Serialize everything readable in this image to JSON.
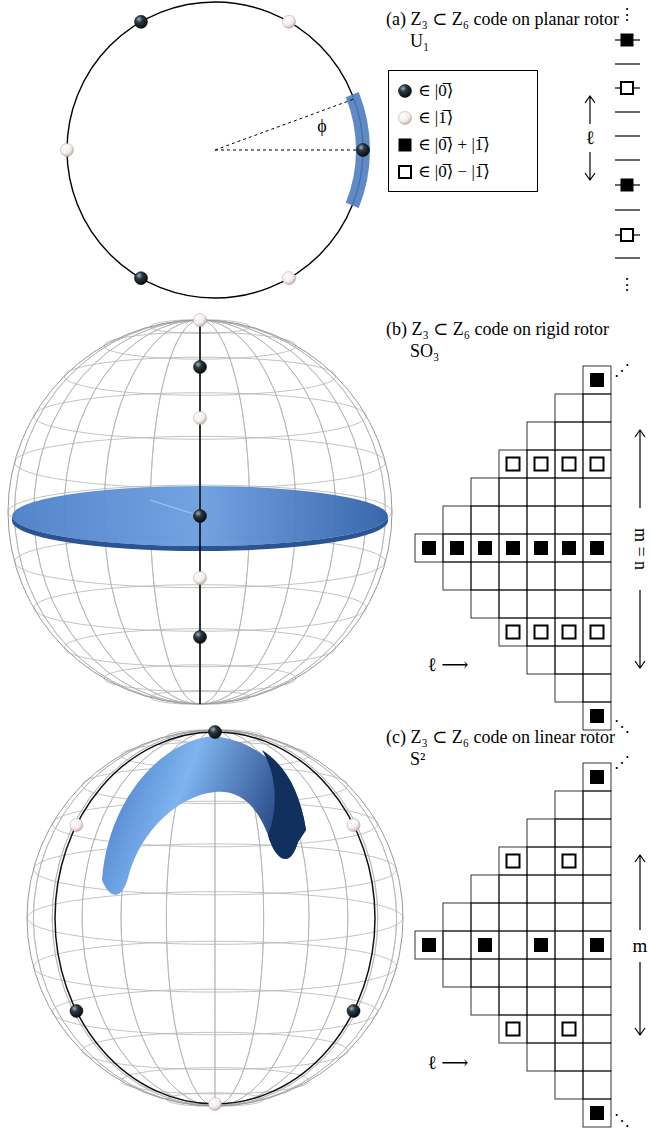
{
  "diagram": {
    "labels": [
      "(a) Z₃ ⊂ Z₆ code on planar rotor U₁",
      "ϕ",
      "⋮",
      "ℓ",
      "⋮",
      "(b) Z₃ ⊂ Z₆ code on rigid rotor SO₃",
      "⋰",
      "m = n",
      "ℓ ⟶",
      "⋱",
      "(c) Z₃ ⊂ Z₆ code on linear rotor S²",
      "⋰",
      "m",
      "ℓ ⟶",
      "⋱"
    ],
    "legend": [
      {
        "text": "∈ |0̅⟩"
      },
      {
        "text": "∈ |1̅⟩"
      },
      {
        "text": "∈ |0̅⟩ + |1̅⟩"
      },
      {
        "text": "∈ |0̅⟩ − |1̅⟩"
      }
    ]
  }
}
